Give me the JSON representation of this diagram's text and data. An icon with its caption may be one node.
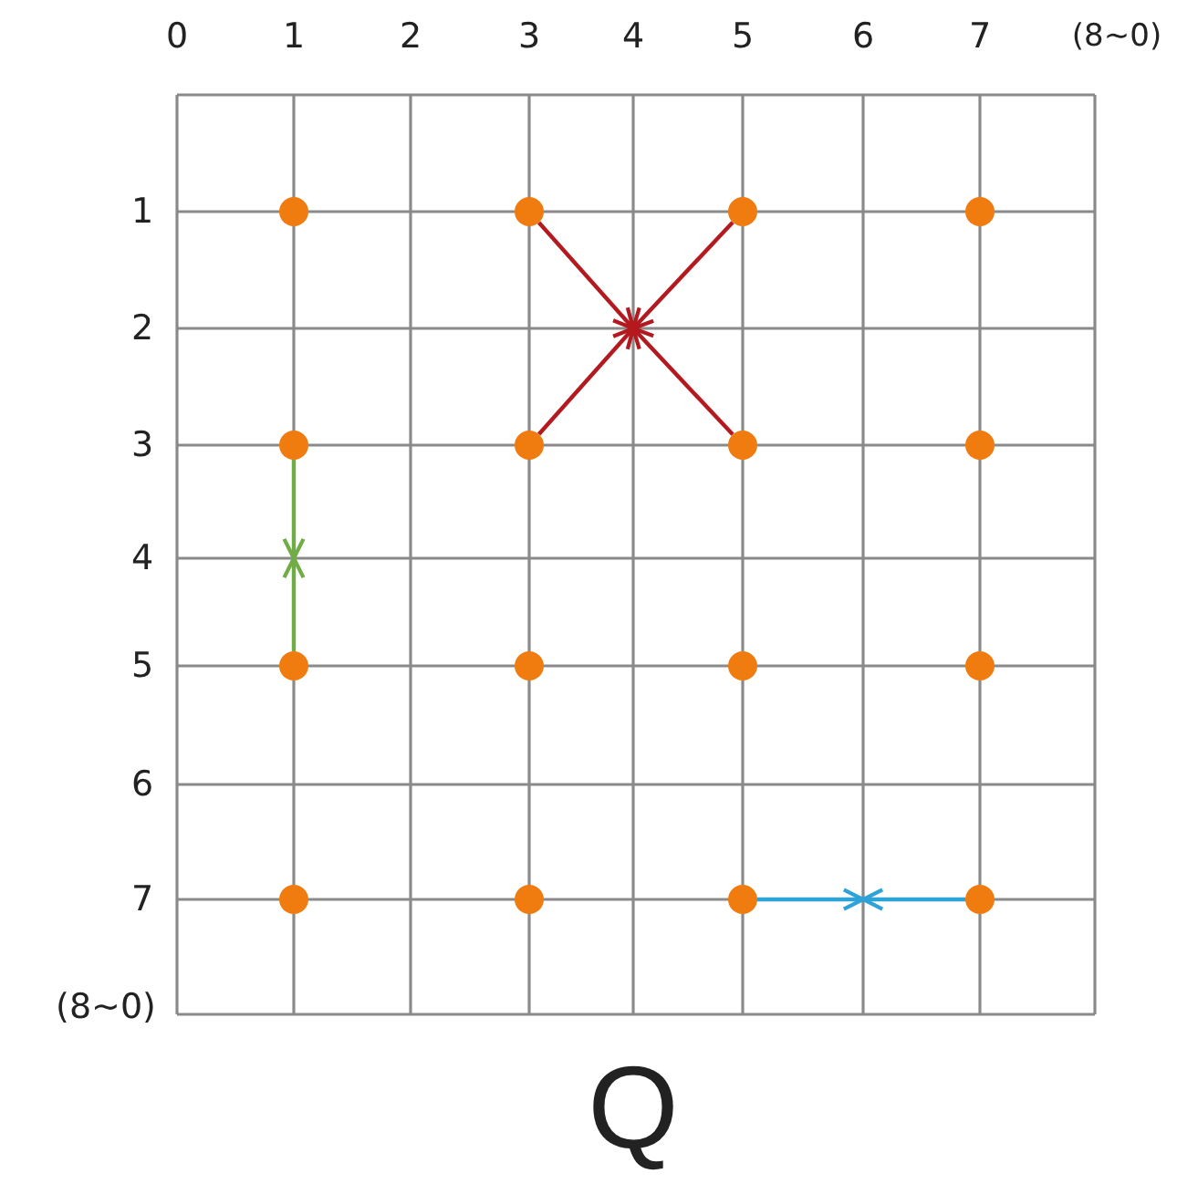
{
  "diagram": {
    "nodes": [
      {
        "text": [],
        "shape": "circle"
      },
      {
        "text": [],
        "shape": "circle"
      },
      {
        "text": [],
        "shape": "circle"
      },
      {
        "text": [],
        "shape": "circle"
      },
      {
        "text": [],
        "shape": "circle"
      },
      {
        "text": [],
        "shape": "circle"
      },
      {
        "text": [],
        "shape": "circle"
      },
      {
        "text": [],
        "shape": "circle"
      },
      {
        "text": [],
        "shape": "circle"
      },
      {
        "text": [],
        "shape": "circle"
      },
      {
        "text": [],
        "shape": "circle"
      },
      {
        "text": [],
        "shape": "circle"
      },
      {
        "text": [],
        "shape": "circle"
      },
      {
        "text": [],
        "shape": "circle"
      },
      {
        "text": [],
        "shape": "circle"
      },
      {
        "text": [],
        "shape": "circle"
      }
    ],
    "edges": [
      {
        "from": 1,
        "to": null,
        "arrow": "to"
      },
      {
        "from": 2,
        "to": null,
        "arrow": "to"
      },
      {
        "from": 5,
        "to": null,
        "arrow": "to"
      },
      {
        "from": 6,
        "to": null,
        "arrow": "to"
      },
      {
        "from": 4,
        "to": null,
        "arrow": "to",
        "color": "#70ad47"
      },
      {
        "from": 8,
        "to": null,
        "arrow": "to",
        "color": "#70ad47"
      },
      {
        "from": 14,
        "to": null,
        "arrow": "to",
        "color": "#2ea3d8"
      },
      {
        "from": 15,
        "to": null,
        "arrow": "to",
        "color": "#2ea3d8"
      }
    ],
    "labels": [
      "0",
      "1",
      "2",
      "3",
      "4",
      "5",
      "6",
      "7",
      "(8~0)",
      "1",
      "2",
      "3",
      "4",
      "5",
      "6",
      "7",
      "(8~0)",
      "Q"
    ]
  }
}
